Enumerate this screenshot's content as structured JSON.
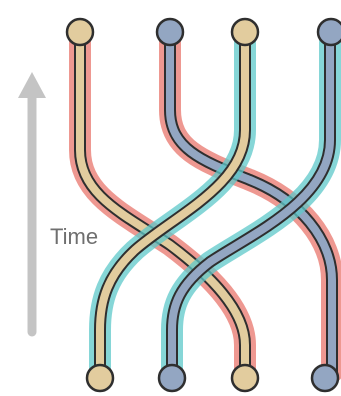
{
  "diagram": {
    "time_label": "Time",
    "colors": {
      "tan_strand": "#e2cc9e",
      "blue_strand": "#93a6c2",
      "outline": "#2f2f2f",
      "red_highlight": "#e8766c",
      "cyan_highlight": "#5ec8c9",
      "arrow": "#c4c4c4",
      "label": "#6f6f6f"
    },
    "strands": [
      {
        "name": "strand-1",
        "color": "tan"
      },
      {
        "name": "strand-2",
        "color": "blue"
      },
      {
        "name": "strand-3",
        "color": "tan"
      },
      {
        "name": "strand-4",
        "color": "blue"
      }
    ]
  }
}
